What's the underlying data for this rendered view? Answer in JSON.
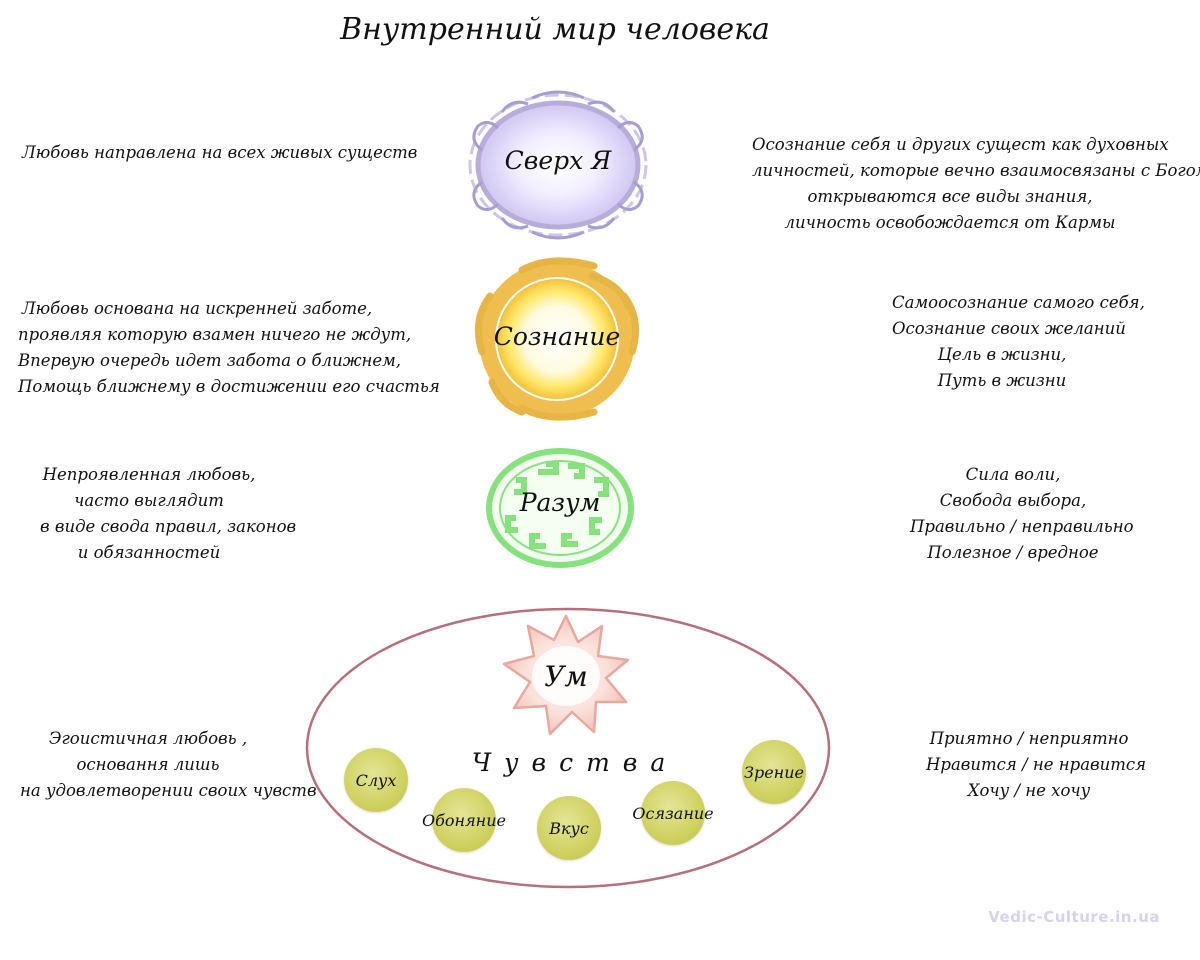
{
  "title": "Внутренний мир человека",
  "levels": [
    {
      "label": "Сверх Я",
      "left_text": [
        "Любовь направлена на всех живых существ"
      ],
      "right_text": [
        "Осознание себя и других сущест как духовных",
        "личностей, которые вечно взаимосвязаны с Богом,",
        "открываются все виды знания,",
        "личность освобождается от Кармы"
      ],
      "color": "#bfb3e0"
    },
    {
      "label": "Сознание",
      "left_text": [
        "Любовь основана на искренней заботе,",
        "проявляя которую взамен ничего не ждут,",
        "Впервую очередь идет забота о ближнем,",
        "Помощь ближнему в достижении его счастья"
      ],
      "right_text": [
        "Самоосознание самого себя,",
        "Осознание своих желаний",
        "Цель в жизни,",
        "Путь в жизни"
      ],
      "color": "#f0c24a"
    },
    {
      "label": "Разум",
      "left_text": [
        "Непроявленная любовь,",
        "часто выглядит",
        "в виде свода правил, законов",
        "и обязанностей"
      ],
      "right_text": [
        "Сила воли,",
        "Свобода выбора,",
        "Правильно / неправильно",
        "Полезное / вредное"
      ],
      "color": "#7fe07a"
    },
    {
      "label": "Ум",
      "left_text": [
        "Эгоистичная любовь ,",
        "основання лишь",
        "на удовлетворении своих чувств"
      ],
      "right_text": [
        "Приятно / неприятно",
        "Нравится / не нравится",
        "Хочу / не хочу"
      ],
      "color": "#f2c4bc"
    }
  ],
  "feelings_label": "Чувства",
  "senses": [
    "Слух",
    "Обоняние",
    "Вкус",
    "Осязание",
    "Зрение"
  ],
  "watermark": "Vedic-Culture.in.ua"
}
